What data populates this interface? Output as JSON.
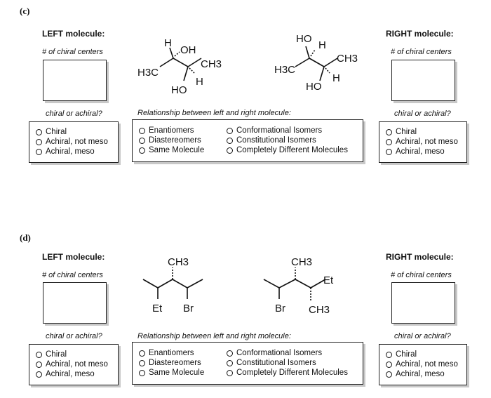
{
  "sections": [
    {
      "label": "(c)",
      "left_title": "LEFT molecule:",
      "right_title": "RIGHT molecule:",
      "chiral_centers_label": "# of chiral centers",
      "chirality_prompt": "chiral or achiral?",
      "relationship_prompt": "Relationship between left and right molecule:",
      "chirality_options": [
        "Chiral",
        "Achiral, not meso",
        "Achiral, meso"
      ],
      "relationship_options": [
        "Enantiomers",
        "Diastereomers",
        "Same Molecule",
        "Conformational Isomers",
        "Constitutional Isomers",
        "Completely Different Molecules"
      ],
      "left_structure_labels": [
        "H",
        "OH",
        "H3C",
        "CH3",
        "HO",
        "H"
      ],
      "right_structure_labels": [
        "HO",
        "H",
        "CH3",
        "H3C",
        "HO",
        "H"
      ]
    },
    {
      "label": "(d)",
      "left_title": "LEFT molecule:",
      "right_title": "RIGHT molecule:",
      "chiral_centers_label": "# of chiral centers",
      "chirality_prompt": "chiral or achiral?",
      "relationship_prompt": "Relationship between left and right molecule:",
      "chirality_options": [
        "Chiral",
        "Achiral, not meso",
        "Achiral, meso"
      ],
      "relationship_options": [
        "Enantiomers",
        "Diastereomers",
        "Same Molecule",
        "Conformational Isomers",
        "Constitutional Isomers",
        "Completely Different Molecules"
      ],
      "left_structure_labels": [
        "CH3",
        "Et",
        "Br"
      ],
      "right_structure_labels": [
        "CH3",
        "Et",
        "Br",
        "CH3"
      ]
    }
  ]
}
